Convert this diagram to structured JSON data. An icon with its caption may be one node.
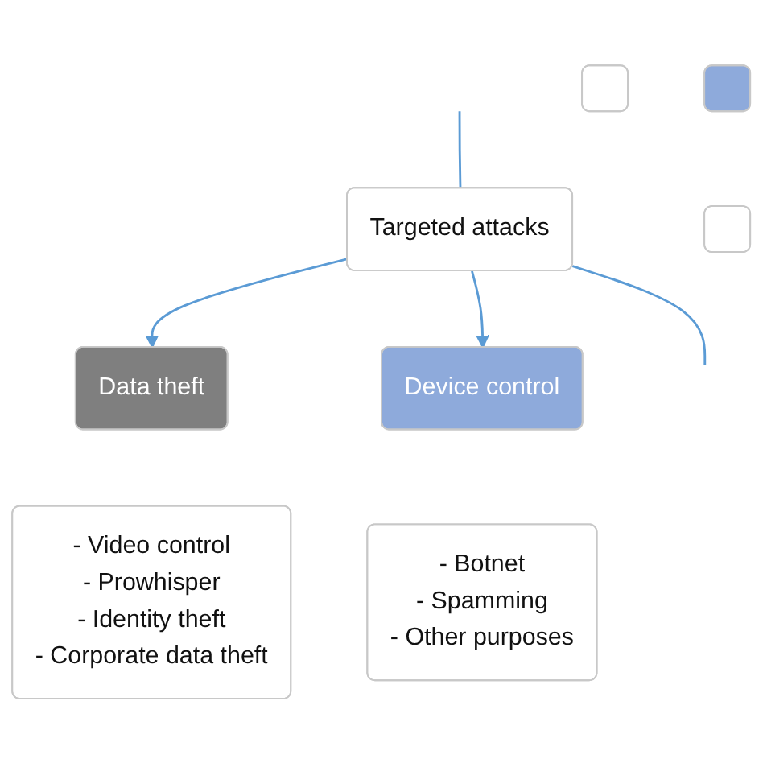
{
  "diagram": {
    "nodes": [
      {
        "text": [
          "Targeted attacks"
        ]
      },
      {
        "text": [],
        "shape": "box"
      },
      {
        "text": [
          "Data theft"
        ]
      },
      {
        "text": [
          "Device control"
        ]
      },
      {
        "text": [],
        "shape": "box"
      },
      {
        "text": [],
        "shape": "box"
      },
      {
        "text": [
          "- Video control",
          "- Prowhisper",
          "- Identity theft",
          "- Corporate data theft"
        ]
      },
      {
        "text": [
          "- Botnet",
          "- Spamming",
          "- Other purposes"
        ]
      }
    ],
    "edges": [
      {
        "from": null,
        "to": 0,
        "arrow": "none"
      },
      {
        "from": 0,
        "to": null,
        "arrow": "none"
      },
      {
        "from": 0,
        "to": 2,
        "arrow": "to"
      },
      {
        "from": 0,
        "to": 3,
        "arrow": "to"
      }
    ]
  }
}
